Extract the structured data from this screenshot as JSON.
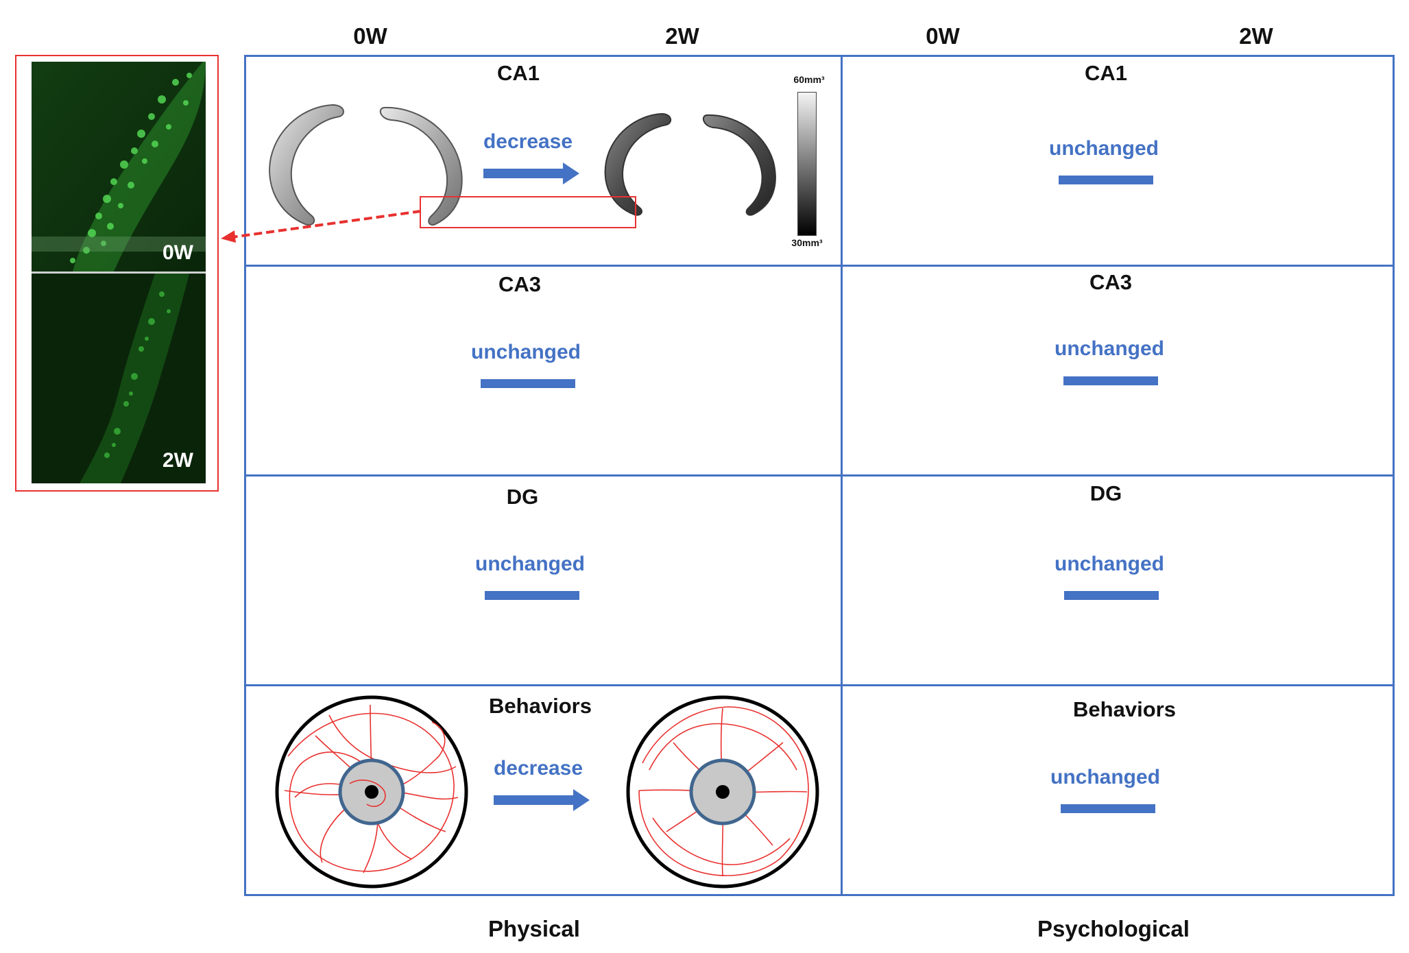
{
  "column_headers": {
    "physical_0w": "0W",
    "physical_2w": "2W",
    "psych_0w": "0W",
    "psych_2w": "2W"
  },
  "rows": {
    "ca1": {
      "label_physical": "CA1",
      "label_psych": "CA1",
      "physical_status": "decrease",
      "psych_status": "unchanged",
      "colorbar_max": "60mm³",
      "colorbar_min": "30mm³"
    },
    "ca3": {
      "label_physical": "CA3",
      "label_psych": "CA3",
      "physical_status": "unchanged",
      "psych_status": "unchanged"
    },
    "dg": {
      "label_physical": "DG",
      "label_psych": "DG",
      "physical_status": "unchanged",
      "psych_status": "unchanged"
    },
    "behaviors": {
      "label_physical": "Behaviors",
      "label_psych": "Behaviors",
      "physical_status": "decrease",
      "psych_status": "unchanged"
    }
  },
  "footers": {
    "physical": "Physical",
    "psychological": "Psychological"
  },
  "microscopy": {
    "top_label": "0W",
    "bottom_label": "2W"
  },
  "colors": {
    "grid": "#4472C4",
    "status_text": "#4472C4",
    "highlight": "#E8312F",
    "trace": "#E8312F",
    "fluorescence": "#2FB62F"
  }
}
